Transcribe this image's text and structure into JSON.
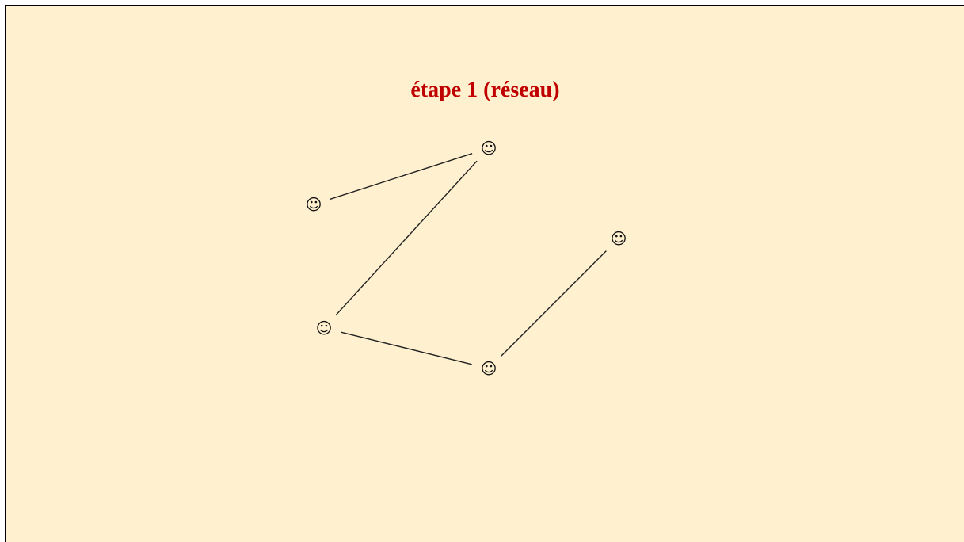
{
  "slide": {
    "title": "étape 1 (réseau)",
    "background_color": "#fff1cf",
    "title_color": "#c00000"
  },
  "network": {
    "node_icon": "smiley-icon",
    "node_glyph": "☺",
    "nodes": [
      {
        "id": "top"
      },
      {
        "id": "left"
      },
      {
        "id": "right"
      },
      {
        "id": "bottom-left"
      },
      {
        "id": "bottom"
      }
    ],
    "edges": [
      {
        "from": "left",
        "to": "top"
      },
      {
        "from": "top",
        "to": "bottom-left"
      },
      {
        "from": "bottom-left",
        "to": "bottom"
      },
      {
        "from": "bottom",
        "to": "right"
      }
    ]
  }
}
